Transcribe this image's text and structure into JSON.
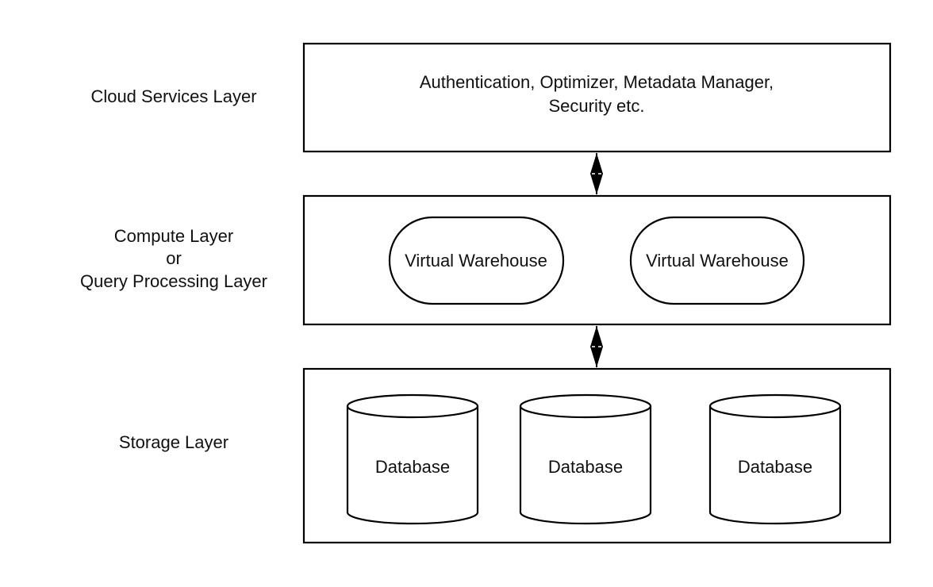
{
  "layers": [
    {
      "label_lines": [
        "Cloud Services Layer"
      ],
      "content_lines": [
        "Authentication,  Optimizer, Metadata Manager,",
        "Security etc."
      ]
    },
    {
      "label_lines": [
        "Compute Layer",
        "or",
        "Query Processing Layer"
      ],
      "nodes": [
        "Virtual Warehouse",
        "Virtual Warehouse"
      ]
    },
    {
      "label_lines": [
        "Storage Layer"
      ],
      "nodes": [
        "Database",
        "Database",
        "Database"
      ]
    }
  ],
  "colors": {
    "stroke": "#000000",
    "background": "#ffffff",
    "text": "#111111"
  },
  "icons": {
    "connector": "bidirectional-arrow-icon",
    "storage": "database-cylinder-icon"
  }
}
